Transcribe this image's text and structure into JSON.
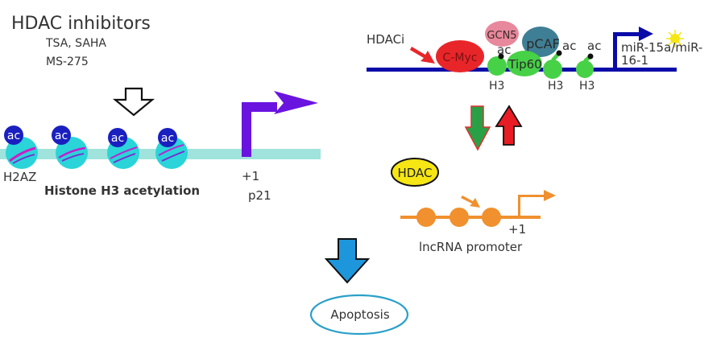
{
  "left_panel": {
    "title": "HDAC inhibitors",
    "drugs_line1": "TSA, SAHA",
    "drugs_line2": "MS-275",
    "ac_label": "ac",
    "h2az_label": "H2AZ",
    "histone_label": "Histone H3 acetylation",
    "tss_label": "+1",
    "gene_label": "p21"
  },
  "right_panel": {
    "hdaci_label": "HDACi",
    "cmyc_label": "C-Myc",
    "gcn5_label": "GCN5",
    "pcaf_label": "pCAF",
    "tip60_label": "Tip60",
    "ac_label": "ac",
    "h3_label": "H3",
    "mirna_line1": "miR-15a/miR-",
    "mirna_line2": "16-1"
  },
  "lncrna_panel": {
    "hdac_label": "HDAC",
    "tss_label": "+1",
    "promoter_label": "lncRNA promoter"
  },
  "outcome": {
    "label": "Apoptosis"
  },
  "colors": {
    "left_dna": "#9fe3dc",
    "nucleosome": "#2ad4d8",
    "ac_badge": "#1a1fbf",
    "p21_arrow": "#6a14e0",
    "right_dna": "#0a0aa8",
    "cmyc": "#e8262a",
    "gcn5": "#e8889c",
    "pcaf": "#3f7f95",
    "tip60_h3": "#47d147",
    "lncrna": "#f0902e",
    "hdac_yellow": "#f5e614",
    "green_arrow": "#2aa046",
    "red_arrow": "#e81c24",
    "blue_arrow": "#1e96dc",
    "apoptosis_ring": "#2aa0c8"
  }
}
